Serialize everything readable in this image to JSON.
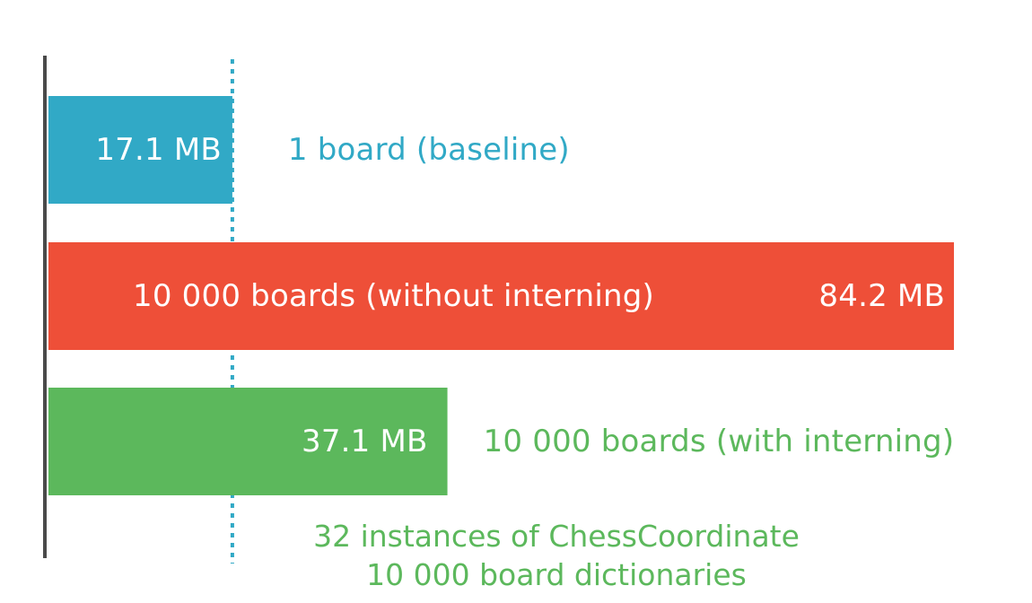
{
  "chart_data": {
    "type": "bar",
    "orientation": "horizontal",
    "unit": "MB",
    "xlim": [
      0,
      84.2
    ],
    "grid": false,
    "legend": "none",
    "reference_line_value": 17.1,
    "categories": [
      "1 board (baseline)",
      "10 000 boards (without interning)",
      "10 000 boards (with interning)"
    ],
    "values": [
      17.1,
      84.2,
      37.1
    ],
    "value_labels": [
      "17.1 MB",
      "84.2 MB",
      "37.1 MB"
    ],
    "colors": [
      "#31a9c6",
      "#ee4f38",
      "#5cb85c"
    ],
    "annotations": [
      "32 instances of ChessCoordinate",
      "10 000 board dictionaries"
    ]
  },
  "colors": {
    "axis": "#4a4a4a",
    "baseline_line": "#31a9c6",
    "note_text": "#5cb85c"
  }
}
